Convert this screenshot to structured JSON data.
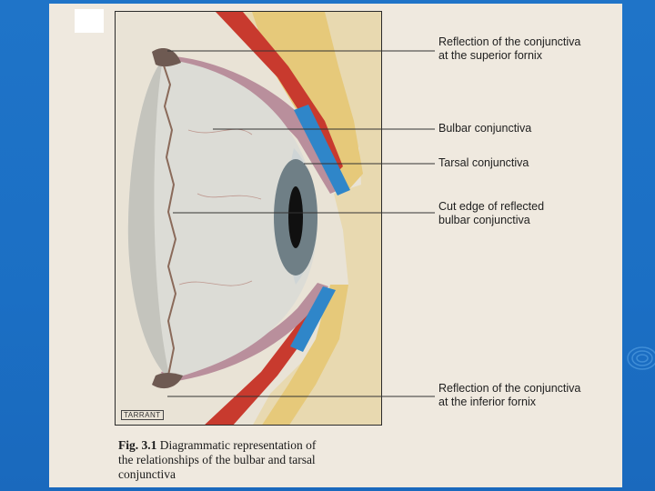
{
  "labels": {
    "superior_fornix_line1": "Reflection of the conjunctiva",
    "superior_fornix_line2": "at the superior fornix",
    "bulbar": "Bulbar conjunctiva",
    "tarsal": "Tarsal conjunctiva",
    "cut_edge_line1": "Cut edge of reflected",
    "cut_edge_line2": "bulbar conjunctiva",
    "inferior_fornix_line1": "Reflection of the conjunctiva",
    "inferior_fornix_line2": "at the inferior fornix"
  },
  "caption": {
    "figure_number": "Fig. 3.1",
    "text_line1": "Diagrammatic representation of",
    "text_line2": "the relationships of the bulbar and tarsal",
    "text_line3": "conjunctiva"
  },
  "artist_signature": "TARRANT",
  "colors": {
    "background": "#1f74c8",
    "page": "#efe9df",
    "eyeball": "#dcdcd6",
    "conjunctiva": "#b98f9c",
    "muscle_red": "#c83a2e",
    "tarsal_plate_blue": "#2f86c9",
    "skin": "#e8cf8e",
    "iris": "#6f7f86"
  }
}
